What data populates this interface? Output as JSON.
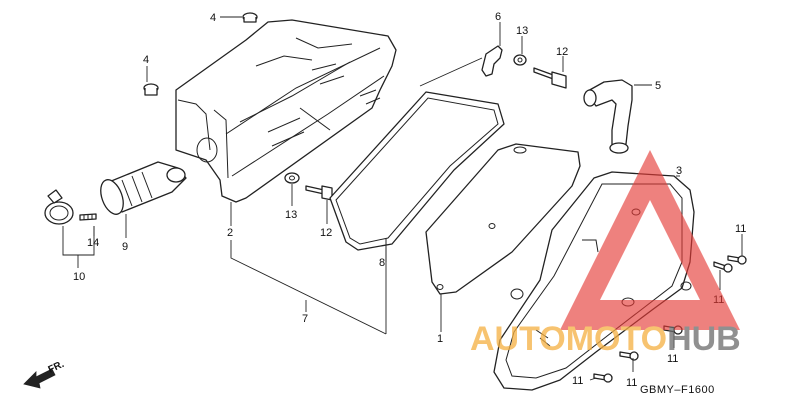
{
  "diagram": {
    "drawing_code": "GBMY–F1600",
    "front_marker": "FR.",
    "callouts": [
      "1",
      "2",
      "3",
      "4",
      "4",
      "5",
      "6",
      "7",
      "8",
      "9",
      "10",
      "11",
      "11",
      "11",
      "11",
      "11",
      "12",
      "12",
      "13",
      "13",
      "14"
    ]
  },
  "watermark": {
    "word_part1": "AUTOMOTO",
    "word_part2": "HUB",
    "color_part1": "#f5b041",
    "color_part2": "#6b6b6b",
    "triangle_color": "#e53935"
  }
}
